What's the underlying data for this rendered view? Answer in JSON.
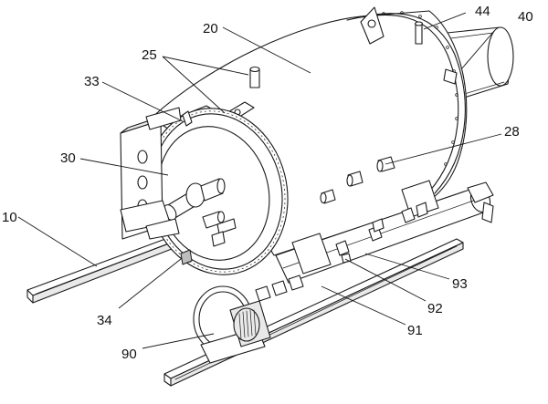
{
  "figure": {
    "labels": {
      "l10": "10",
      "l20": "20",
      "l25": "25",
      "l28": "28",
      "l30": "30",
      "l33": "33",
      "l34": "34",
      "l40": "40",
      "l44": "44",
      "l90": "90",
      "l91": "91",
      "l92": "92",
      "l93": "93"
    }
  }
}
